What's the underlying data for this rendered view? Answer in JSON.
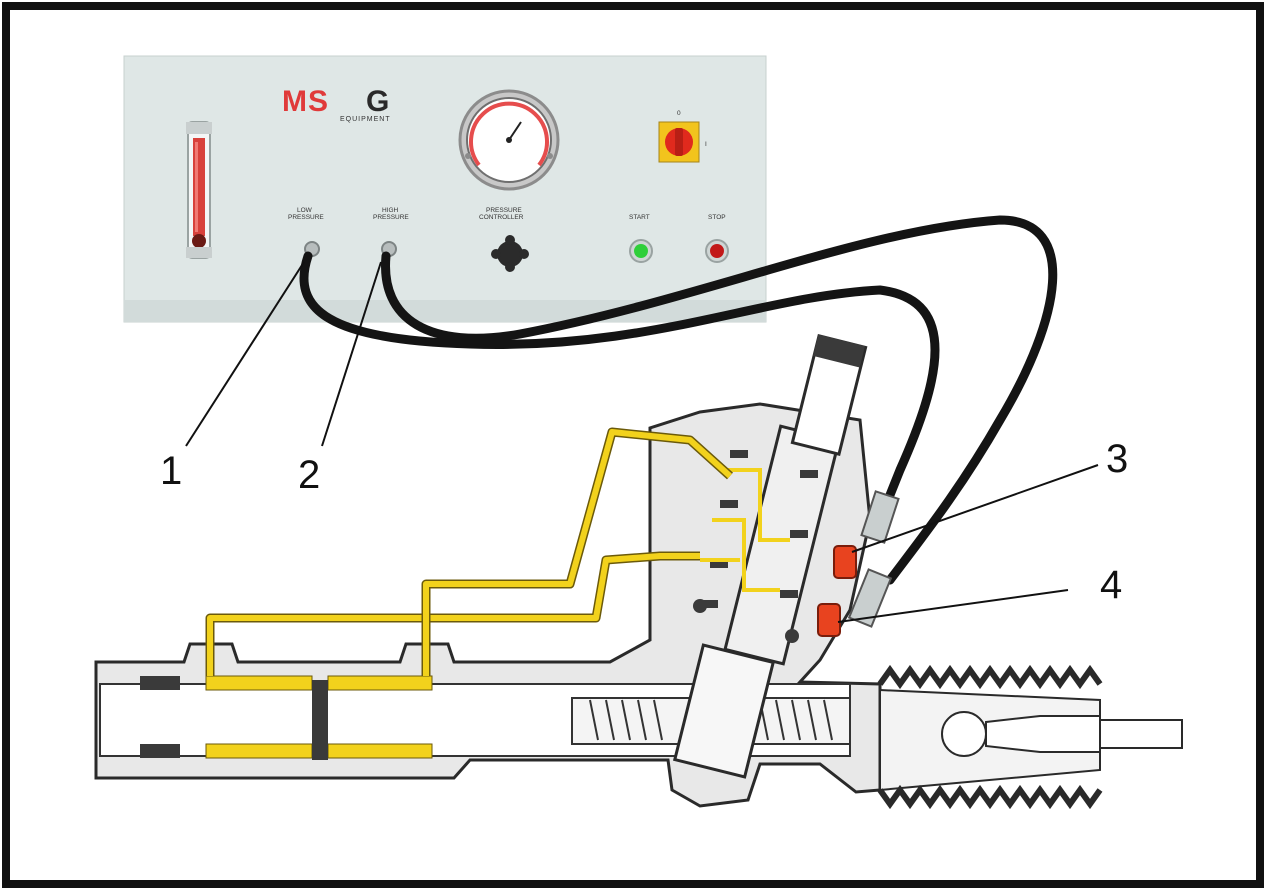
{
  "panel": {
    "brand_ms": "MS",
    "brand_g": "G",
    "brand_sub": "EQUIPMENT",
    "low_pressure_line1": "LOW",
    "low_pressure_line2": "PRESSURE",
    "high_pressure_line1": "HIGH",
    "high_pressure_line2": "PRESSURE",
    "pressure_controller_line1": "PRESSURE",
    "pressure_controller_line2": "CONTROLLER",
    "start_label": "START",
    "stop_label": "STOP",
    "switch_off_label": "0",
    "switch_on_label": "I"
  },
  "callouts": {
    "c1": "1",
    "c2": "2",
    "c3": "3",
    "c4": "4"
  },
  "colors": {
    "panel": "#dfe7e6",
    "brand_red": "#e03a3a",
    "hose": "#141414",
    "oil": "#f2d21c",
    "start_green": "#2fcf3a",
    "stop_red": "#c21818",
    "port_red": "#e8431f"
  }
}
